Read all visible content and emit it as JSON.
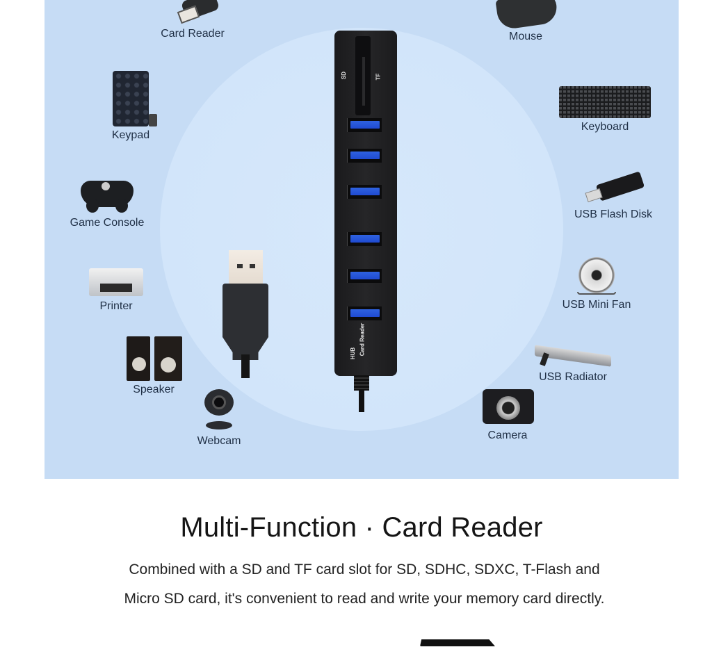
{
  "panel": {
    "background_color": "#c6dcf5",
    "hub": {
      "slot_labels": {
        "sd": "SD",
        "tf": "TF"
      },
      "port_count": 6,
      "port_color": "#2f62e0",
      "body_labels": {
        "hub": "HUB",
        "card_reader": "Card Reader"
      }
    },
    "devices_left": [
      {
        "label": "Card Reader",
        "icon": "usb-card-reader-icon"
      },
      {
        "label": "Keypad",
        "icon": "numeric-keypad-icon"
      },
      {
        "label": "Game Console",
        "icon": "game-controller-icon"
      },
      {
        "label": "Printer",
        "icon": "printer-icon"
      },
      {
        "label": "Speaker",
        "icon": "speakers-icon"
      },
      {
        "label": "Webcam",
        "icon": "webcam-icon"
      }
    ],
    "devices_right": [
      {
        "label": "Mouse",
        "icon": "mouse-icon"
      },
      {
        "label": "Keyboard",
        "icon": "keyboard-icon"
      },
      {
        "label": "USB Flash Disk",
        "icon": "usb-flash-disk-icon"
      },
      {
        "label": "USB Mini Fan",
        "icon": "mini-fan-icon"
      },
      {
        "label": "USB Radiator",
        "icon": "laptop-cooling-pad-icon"
      },
      {
        "label": "Camera",
        "icon": "camera-icon"
      }
    ]
  },
  "content": {
    "title": "Multi-Function · Card Reader",
    "description_line1": "Combined with a SD and TF card slot for SD, SDHC, SDXC, T-Flash and",
    "description_line2": "Micro SD card,  it's convenient to read and write your memory card directly."
  }
}
